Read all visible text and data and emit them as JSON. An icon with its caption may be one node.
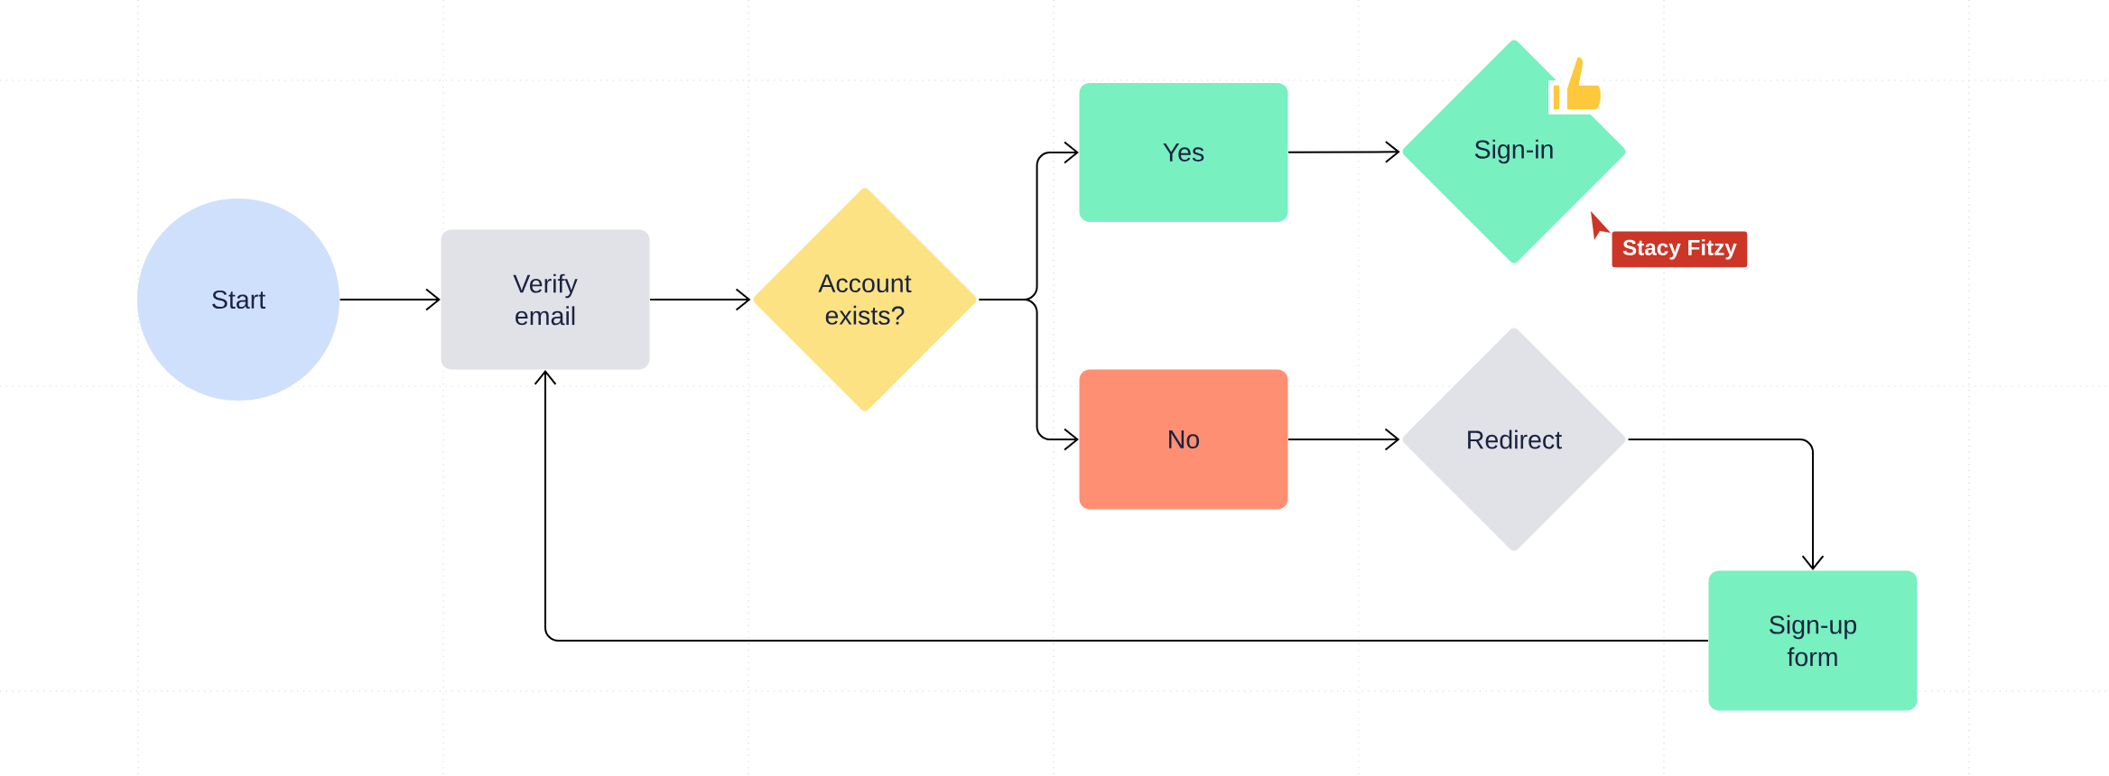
{
  "diagram": {
    "nodes": [
      {
        "text": [
          "Start"
        ]
      },
      {
        "text": [
          "Verify email"
        ]
      },
      {
        "text": [
          "Account exists?"
        ]
      },
      {
        "text": [
          "Yes"
        ]
      },
      {
        "text": [
          "Sign-in"
        ]
      },
      {
        "text": [
          "No"
        ]
      },
      {
        "text": [
          "Redirect"
        ]
      },
      {
        "text": [
          "Sign-up form"
        ]
      }
    ],
    "edges": [
      {
        "from": 0,
        "to": 1,
        "arrow": "to"
      },
      {
        "from": 1,
        "to": 2,
        "arrow": "to"
      },
      {
        "from": 2,
        "to": 3,
        "arrow": "to"
      },
      {
        "from": 2,
        "to": 5,
        "arrow": "to"
      },
      {
        "from": 3,
        "to": 4,
        "arrow": "to"
      },
      {
        "from": 5,
        "to": 6,
        "arrow": "to"
      },
      {
        "from": 6,
        "to": 7,
        "arrow": "to"
      },
      {
        "from": 7,
        "to": 1,
        "arrow": "to"
      }
    ],
    "labels": [
      "Stacy Fitzy"
    ]
  }
}
